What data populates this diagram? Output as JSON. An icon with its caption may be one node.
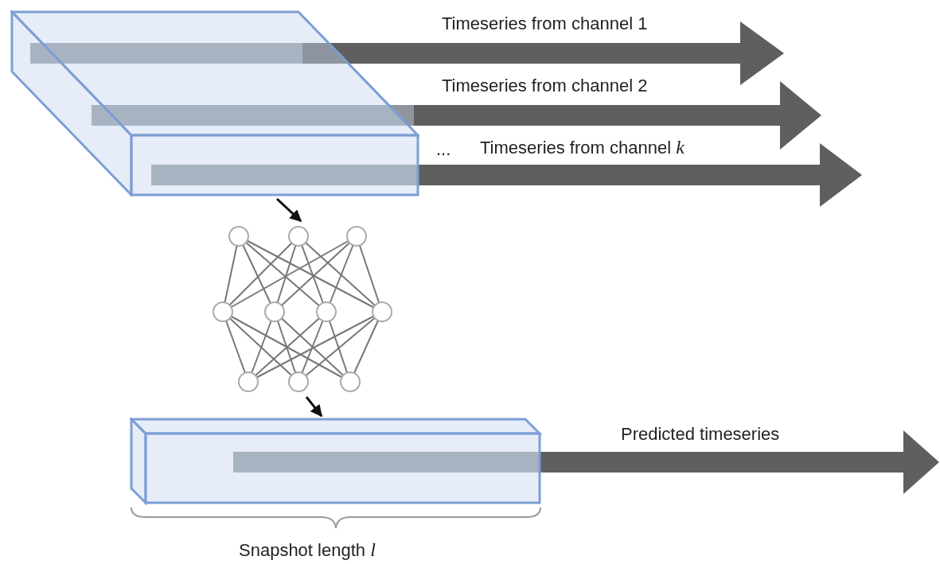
{
  "diagram": {
    "nodes": [
      {
        "text": [],
        "shape": "box"
      },
      {
        "text": [],
        "shape": "network"
      },
      {
        "text": [],
        "shape": "box"
      }
    ],
    "edges": [
      {
        "from": 0,
        "to": 1,
        "arrow": "to"
      },
      {
        "from": 1,
        "to": 2,
        "arrow": "to"
      }
    ],
    "labels": [
      "Timeseries from channel 1",
      "Timeseries from channel 2",
      "...",
      "Timeseries from channel *k*",
      "Predicted timeseries",
      "Snapshot length *l*"
    ]
  }
}
